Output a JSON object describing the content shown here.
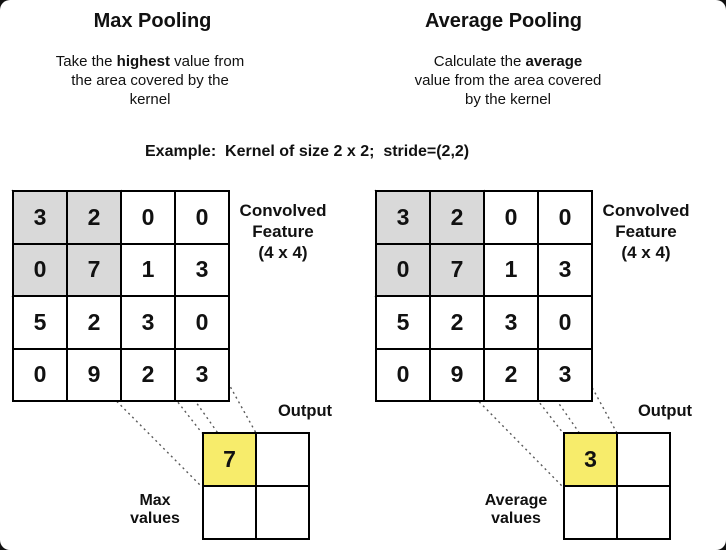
{
  "example_caption": "Example:  Kernel of size 2 x 2;  stride=(2,2)",
  "feature_grid": {
    "label_lines": [
      "Convolved",
      "Feature",
      "(4 x 4)"
    ],
    "values": [
      [
        "3",
        "2",
        "0",
        "0"
      ],
      [
        "0",
        "7",
        "1",
        "3"
      ],
      [
        "5",
        "2",
        "3",
        "0"
      ],
      [
        "0",
        "9",
        "2",
        "3"
      ]
    ]
  },
  "panels": {
    "max": {
      "title": "Max Pooling",
      "desc_line1_pre": "Take the ",
      "desc_line1_bold": "highest",
      "desc_line1_post": " value from",
      "desc_line2": "the area covered by the",
      "desc_line3": "kernel",
      "output_label": "Output",
      "output_values": [
        [
          "7",
          ""
        ],
        [
          "",
          ""
        ]
      ],
      "values_label_line1": "Max",
      "values_label_line2": "values"
    },
    "avg": {
      "title": "Average Pooling",
      "desc_line1_pre": "Calculate the ",
      "desc_line1_bold": "average",
      "desc_line1_post": "",
      "desc_line2": "value from the area covered",
      "desc_line3": "by the kernel",
      "output_label": "Output",
      "output_values": [
        [
          "3",
          ""
        ],
        [
          "",
          ""
        ]
      ],
      "values_label_line1": "Average",
      "values_label_line2": "values"
    }
  },
  "colors": {
    "kernel_shade": "#d9d9d9",
    "output_highlight": "#f7ec6b",
    "dashed_line": "#5a5a5a",
    "grid_border": "#000000"
  }
}
